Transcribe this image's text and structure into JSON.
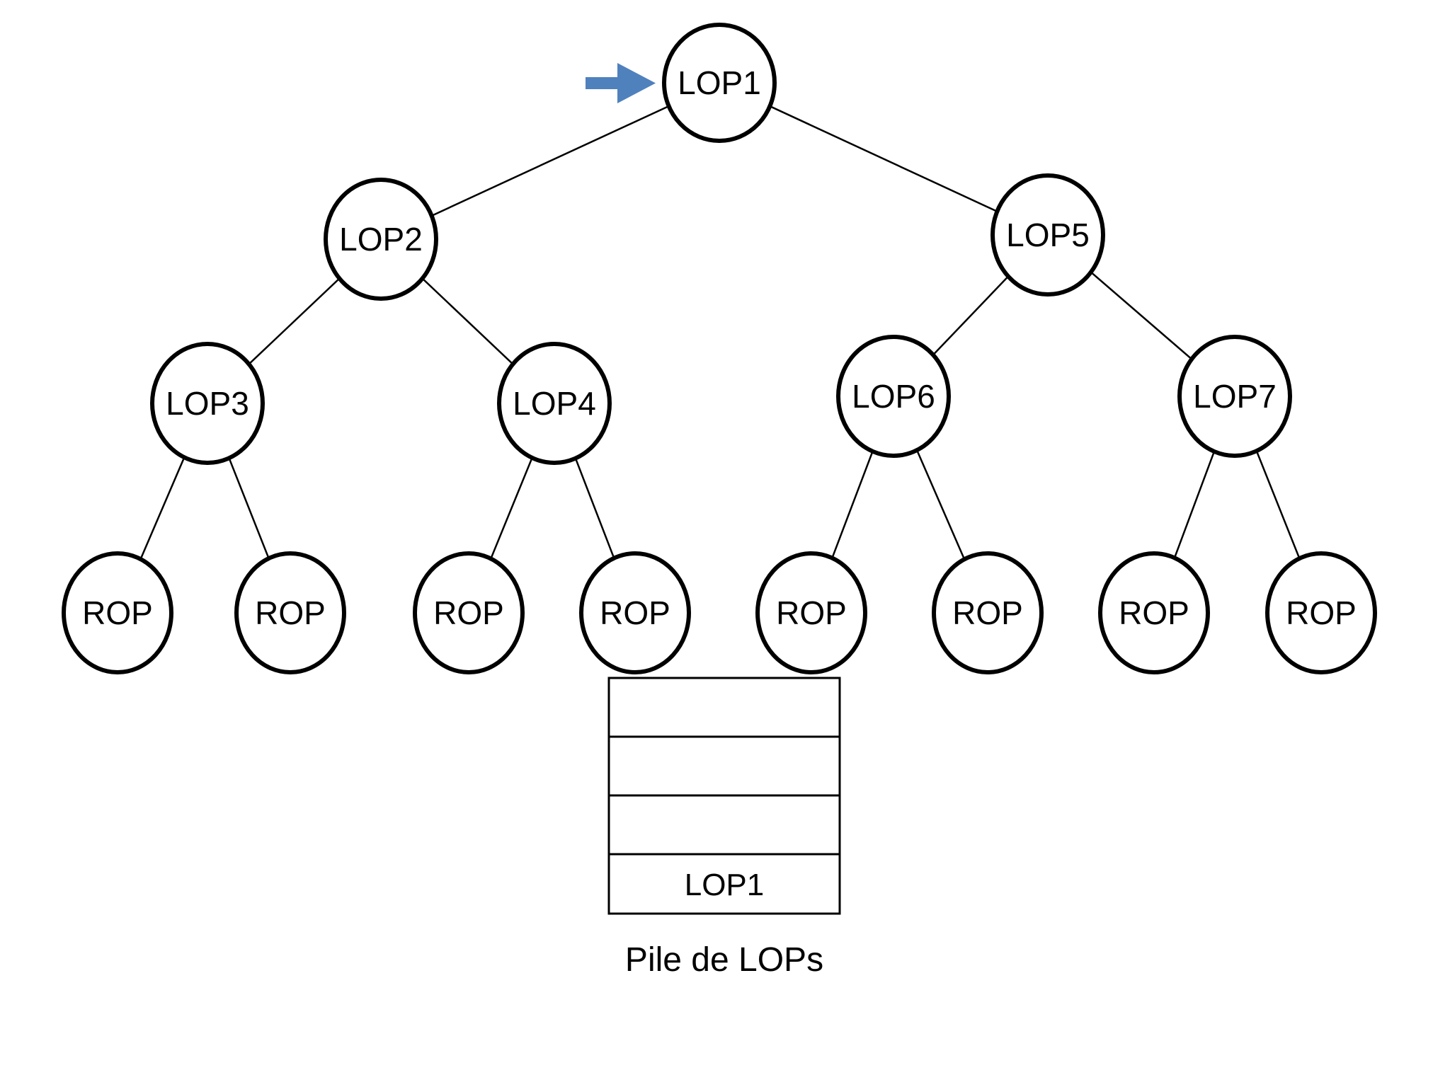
{
  "labels": {
    "lop1": "LOP1",
    "lop2": "LOP2",
    "lop3": "LOP3",
    "lop4": "LOP4",
    "lop5": "LOP5",
    "lop6": "LOP6",
    "lop7": "LOP7",
    "rop": "ROP"
  },
  "stack": {
    "rows": [
      "",
      "",
      "",
      "LOP1"
    ],
    "caption": "Pile de LOPs"
  },
  "colors": {
    "arrow": "#4f81bd",
    "line": "#000000",
    "background": "#ffffff"
  }
}
